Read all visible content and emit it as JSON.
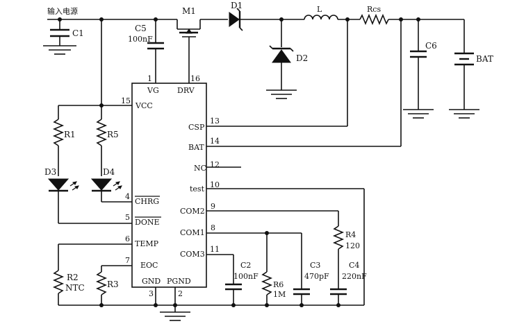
{
  "input": {
    "label": "输入电源"
  },
  "components": {
    "C1": "C1",
    "C5": "C5",
    "C5_value": "100nF",
    "M1": "M1",
    "D1": "D1",
    "D2": "D2",
    "L": "L",
    "RCS": "Rcs",
    "C6": "C6",
    "BAT": "BAT",
    "R1": "R1",
    "R5": "R5",
    "D3": "D3",
    "D4": "D4",
    "R2": "R2",
    "R2_value": "NTC",
    "R3": "R3",
    "C2": "C2",
    "C2_value": "100nF",
    "R6": "R6",
    "R6_value": "1M",
    "C3": "C3",
    "C3_value": "470pF",
    "R4": "R4",
    "R4_value": "120",
    "C4": "C4",
    "C4_value": "220nF"
  },
  "ic": {
    "pins": {
      "vg": {
        "num": "1",
        "name": "VG"
      },
      "drv": {
        "num": "16",
        "name": "DRV"
      },
      "vcc": {
        "num": "15",
        "name": "VCC"
      },
      "csp": {
        "num": "13",
        "name": "CSP"
      },
      "bat": {
        "num": "14",
        "name": "BAT"
      },
      "nc": {
        "num": "12",
        "name": "NC"
      },
      "test": {
        "num": "10",
        "name": "test"
      },
      "chrg": {
        "num": "4",
        "name": "CHRG"
      },
      "com2": {
        "num": "9",
        "name": "COM2"
      },
      "done": {
        "num": "5",
        "name": "DONE"
      },
      "com1": {
        "num": "8",
        "name": "COM1"
      },
      "temp": {
        "num": "6",
        "name": "TEMP"
      },
      "com3": {
        "num": "11",
        "name": "COM3"
      },
      "eoc": {
        "num": "7",
        "name": "EOC"
      },
      "gnd": {
        "num": "3",
        "name": "GND"
      },
      "pgnd": {
        "num": "2",
        "name": "PGND"
      }
    }
  }
}
